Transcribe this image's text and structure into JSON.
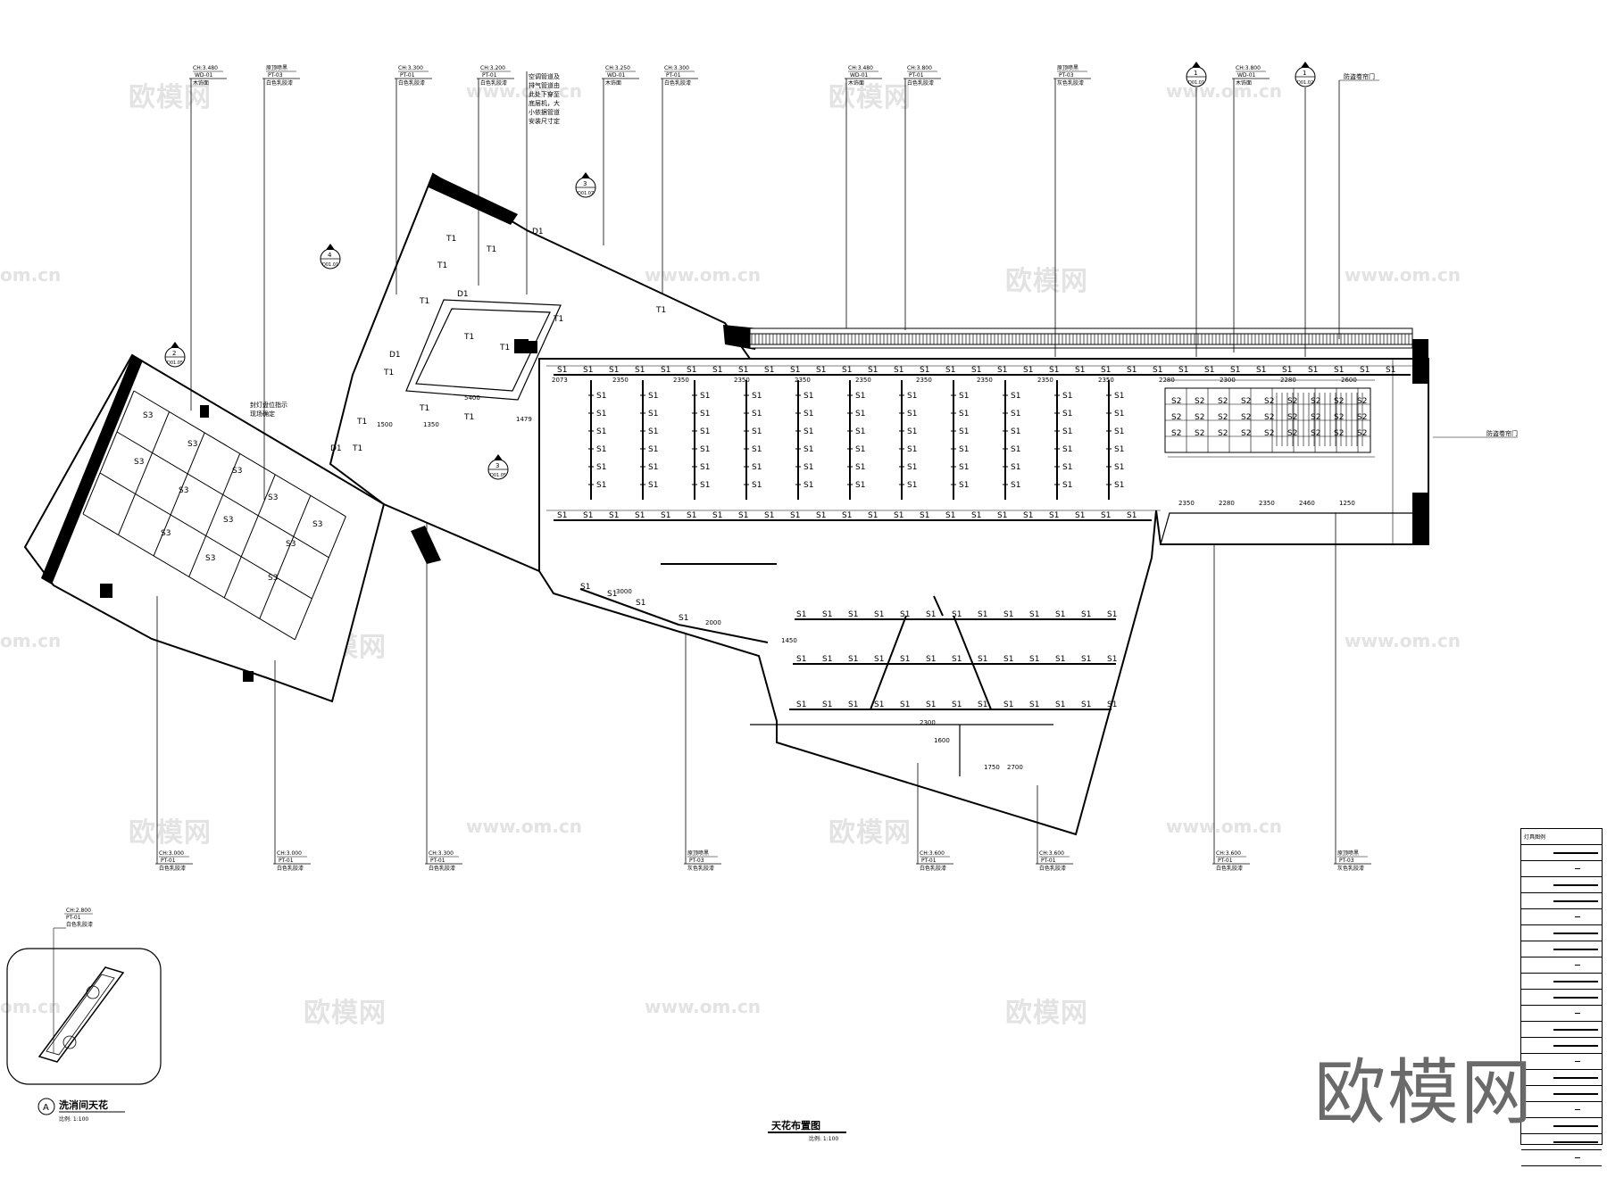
{
  "drawing": {
    "main_title": "天花布置图",
    "main_scale": "比例: 1:100",
    "inset_title": "洗消间天花",
    "inset_marker": "A",
    "inset_scale": "比例: 1:100",
    "inset_tag": {
      "level": "CH:2.800",
      "code": "PT-01",
      "material": "白色乳胶漆"
    }
  },
  "top_tags": [
    {
      "level": "CH:3.480",
      "code": "WD-01",
      "material": "木饰面"
    },
    {
      "level": "原顶喷黑",
      "code": "PT-03",
      "material": "白色乳胶漆"
    },
    {
      "level": "CH:3.300",
      "code": "PT-01",
      "material": "白色乳胶漆"
    },
    {
      "level": "CH:3.200",
      "code": "PT-01",
      "material": "白色乳胶漆"
    },
    {
      "level": "CH:3.250",
      "code": "WD-01",
      "material": "木饰面"
    },
    {
      "level": "CH:3.300",
      "code": "PT-01",
      "material": "白色乳胶漆"
    },
    {
      "level": "CH:3.480",
      "code": "WD-01",
      "material": "木饰面"
    },
    {
      "level": "CH:3.800",
      "code": "PT-01",
      "material": "白色乳胶漆"
    },
    {
      "level": "原顶喷黑",
      "code": "PT-03",
      "material": "灰色乳胶漆"
    },
    {
      "level": "CH:3.800",
      "code": "WD-01",
      "material": "木饰面"
    }
  ],
  "bottom_tags": [
    {
      "level": "CH:3.000",
      "code": "PT-01",
      "material": "白色乳胶漆"
    },
    {
      "level": "CH:3.000",
      "code": "PT-01",
      "material": "白色乳胶漆"
    },
    {
      "level": "CH:3.300",
      "code": "PT-01",
      "material": "白色乳胶漆"
    },
    {
      "level": "原顶喷黑",
      "code": "PT-03",
      "material": "灰色乳胶漆"
    },
    {
      "level": "CH:3.600",
      "code": "PT-01",
      "material": "白色乳胶漆"
    },
    {
      "level": "CH:3.600",
      "code": "PT-01",
      "material": "白色乳胶漆"
    },
    {
      "level": "CH:3.600",
      "code": "PT-01",
      "material": "白色乳胶漆"
    },
    {
      "level": "原顶喷黑",
      "code": "PT-03",
      "material": "灰色乳胶漆"
    }
  ],
  "notes": {
    "hvac": [
      "空调管道及",
      "排气管道由",
      "此处下穿至",
      "底层机，大",
      "小依据管道",
      "安装尺寸定"
    ],
    "door_top": "防盗卷帘门",
    "door_right": "防盗卷帘门",
    "left_note": [
      "封灯盘位指示",
      "现场确定"
    ]
  },
  "section_markers": [
    {
      "num": "4",
      "sheet": "D01.01"
    },
    {
      "num": "3",
      "sheet": "D01.07"
    },
    {
      "num": "2",
      "sheet": "D01.05"
    },
    {
      "num": "3",
      "sheet": "D01.05"
    },
    {
      "num": "1",
      "sheet": "D01.01"
    },
    {
      "num": "1",
      "sheet": "D01.02"
    }
  ],
  "labels": {
    "s1": "S1",
    "t1": "T1",
    "d1": "D1",
    "s3": "S3",
    "s2": "S2"
  },
  "dimensions": {
    "top_row": [
      "2073",
      "2350",
      "2350",
      "2350",
      "2350",
      "2350",
      "2350",
      "2350",
      "2350",
      "2350",
      "2280",
      "2300",
      "2280",
      "2600"
    ],
    "right_block": [
      "2350",
      "2280",
      "2350",
      "2460",
      "1250"
    ],
    "lower": [
      "3000",
      "2000",
      "1450",
      "2300",
      "1600",
      "1750",
      "2700",
      "5400",
      "1500",
      "1350",
      "1479"
    ]
  },
  "legend": {
    "title": "灯具图例",
    "rows": [
      "",
      "",
      "",
      "",
      "",
      "",
      "",
      "",
      "",
      "",
      "",
      "",
      "",
      "",
      "",
      "",
      "",
      "",
      "",
      ""
    ]
  },
  "watermark": {
    "brand": "欧模网",
    "url": "www.om.cn",
    "url_partial": "om.cn"
  }
}
